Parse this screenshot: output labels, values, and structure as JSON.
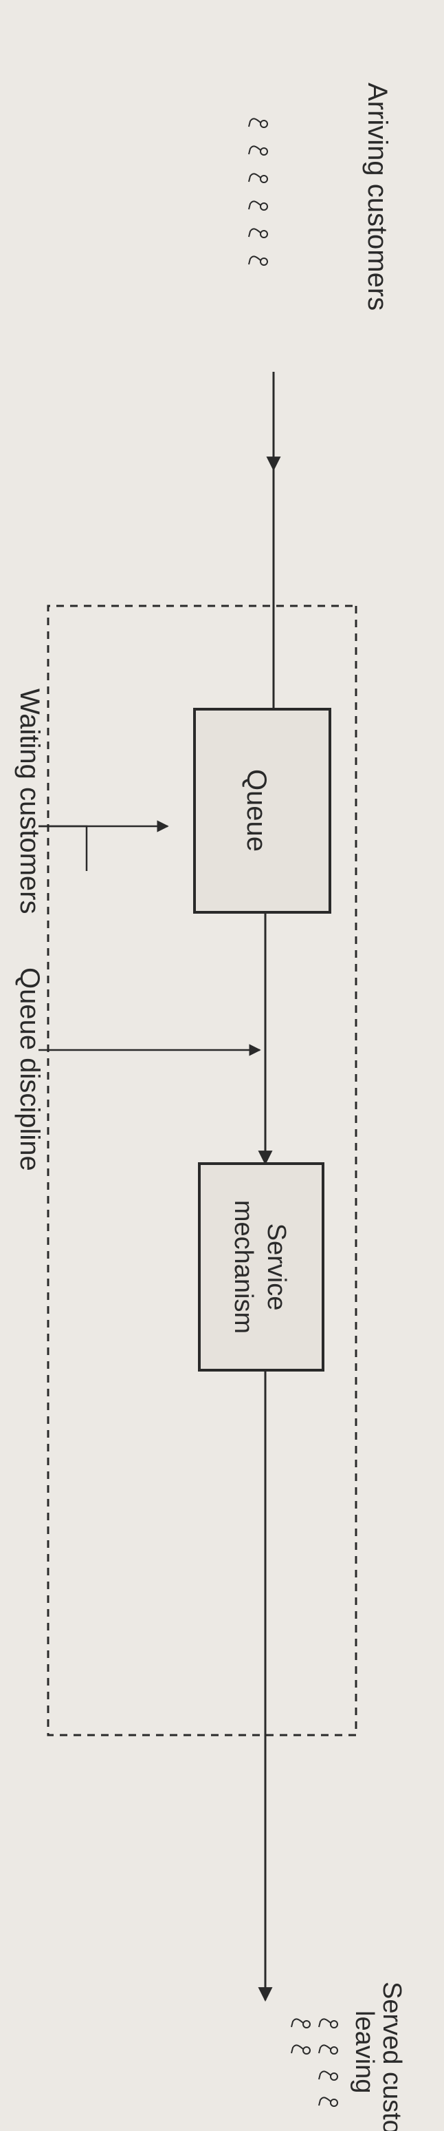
{
  "labels": {
    "arriving": "Arriving customers",
    "served_line1": "Served customers",
    "served_line2": "leaving",
    "waiting": "Waiting customers",
    "discipline": "Queue discipline",
    "queue": "Queue",
    "service_line1": "Service",
    "service_line2": "mechanism"
  },
  "colors": {
    "background": "#ece9e4",
    "ink": "#2a2a2a",
    "box_fill": "#e6e2dc"
  }
}
